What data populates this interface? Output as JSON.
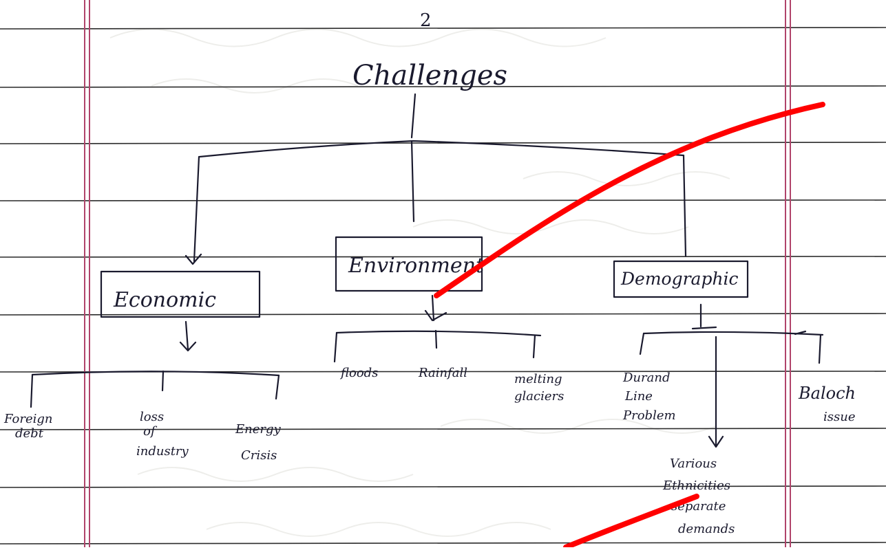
{
  "page_number": "2",
  "root": {
    "label": "Challenges"
  },
  "categories": [
    {
      "key": "economic",
      "label": "Economic",
      "items": [
        {
          "key": "foreign-debt",
          "lines": [
            "Foreign",
            "debt"
          ]
        },
        {
          "key": "loss-of-industry",
          "lines": [
            "loss",
            "of",
            "industry"
          ]
        },
        {
          "key": "energy-crisis",
          "lines": [
            "Energy",
            "Crisis"
          ]
        }
      ]
    },
    {
      "key": "environment",
      "label": "Environment",
      "items": [
        {
          "key": "floods",
          "lines": [
            "floods"
          ]
        },
        {
          "key": "rainfall",
          "lines": [
            "Rainfall"
          ]
        },
        {
          "key": "melting-glaciers",
          "lines": [
            "melting",
            "glaciers"
          ]
        }
      ]
    },
    {
      "key": "demographic",
      "label": "Demographic",
      "items": [
        {
          "key": "durand-line",
          "lines": [
            "Durand",
            "Line",
            "Problem"
          ]
        },
        {
          "key": "various-ethnicities",
          "lines": [
            "Various",
            "Ethnicities",
            "separate",
            "demands"
          ]
        },
        {
          "key": "baloch-issue",
          "lines": [
            "Baloch",
            "issue"
          ]
        }
      ]
    }
  ],
  "colors": {
    "ink": "#1a1a2e",
    "rule_line": "#2b2b2b",
    "margin_line": "#b0436a",
    "annotation": "#ff0000",
    "paper": "#ffffff",
    "bleed_through": "#d2d2cc"
  }
}
